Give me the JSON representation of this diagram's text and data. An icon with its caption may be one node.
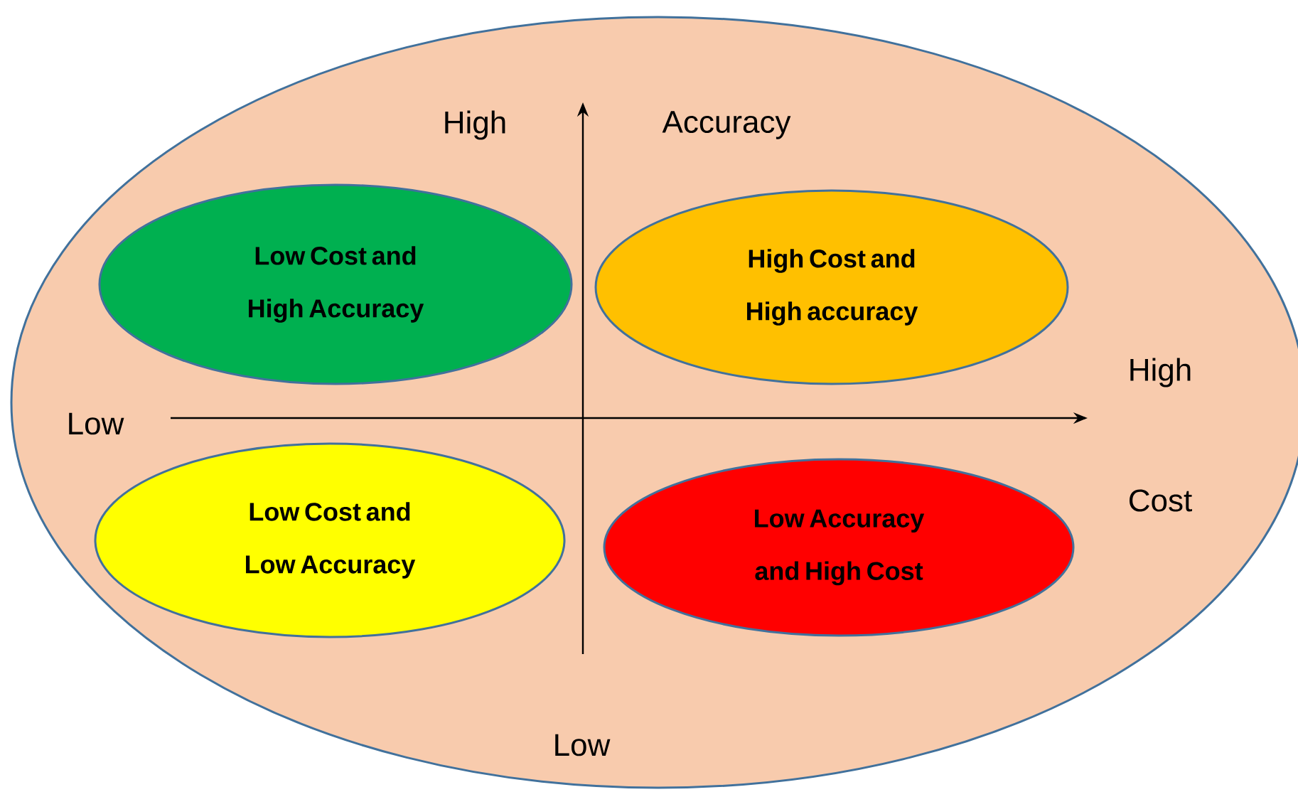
{
  "diagram": {
    "nodes": [
      {
        "text": [],
        "shape": "ellipse"
      },
      {
        "text": [
          "Low Cost and High Accuracy"
        ],
        "in": 0
      },
      {
        "text": [
          "High Cost and High accuracy"
        ],
        "in": 0
      },
      {
        "text": [
          "Low Cost and Low Accuracy"
        ],
        "in": 0
      },
      {
        "text": [
          "Low Accuracy and High Cost"
        ],
        "in": 0
      }
    ],
    "edges": [],
    "labels": [
      "High",
      "Accuracy",
      "High",
      "Low",
      "Cost",
      "Low"
    ]
  }
}
